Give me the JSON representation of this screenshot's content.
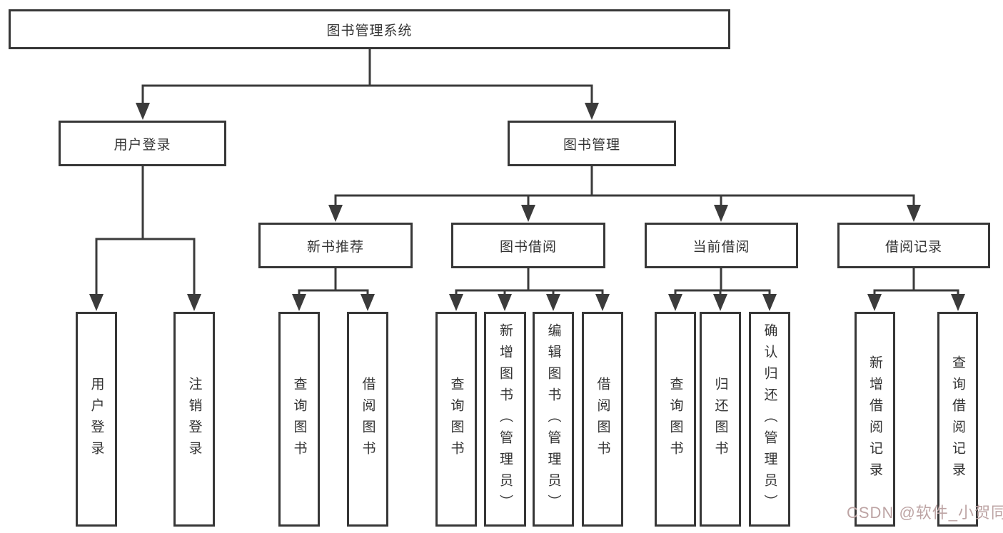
{
  "diagram": {
    "background": "#ffffff",
    "line_color": "#3b3b3b",
    "box_border_color": "#373737",
    "text_color": "#333333",
    "root": {
      "label": "图书管理系统"
    },
    "user_login_branch": {
      "label": "用户登录",
      "children": [
        {
          "label": "用户登录"
        },
        {
          "label": "注销登录"
        }
      ]
    },
    "book_mgmt_branch": {
      "label": "图书管理",
      "groups": [
        {
          "label": "新书推荐",
          "children": [
            {
              "label": "查询图书"
            },
            {
              "label": "借阅图书"
            }
          ]
        },
        {
          "label": "图书借阅",
          "children": [
            {
              "label": "查询图书"
            },
            {
              "label": "新增图书（管理员）"
            },
            {
              "label": "编辑图书（管理员）"
            },
            {
              "label": "借阅图书"
            }
          ]
        },
        {
          "label": "当前借阅",
          "children": [
            {
              "label": "查询图书"
            },
            {
              "label": "归还图书"
            },
            {
              "label": "确认归还（管理员）"
            }
          ]
        },
        {
          "label": "借阅记录",
          "children": [
            {
              "label": "新增借阅记录"
            },
            {
              "label": "查询借阅记录"
            }
          ]
        }
      ]
    },
    "watermark": {
      "label": "CSDN @软件_小贺同学",
      "color": "#bda4a4"
    }
  }
}
